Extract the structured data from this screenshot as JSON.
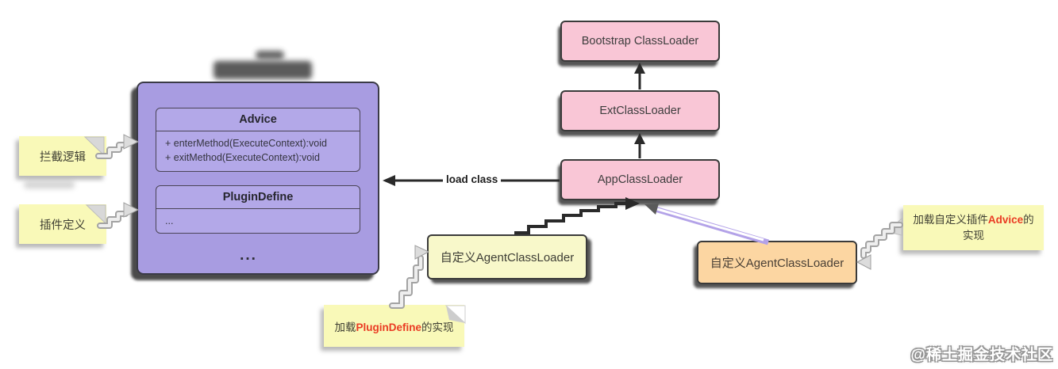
{
  "package": {
    "advice": {
      "title": "Advice",
      "methods": [
        "+ enterMethod(ExecuteContext):void",
        "+ exitMethod(ExecuteContext):void"
      ]
    },
    "plugin_define": {
      "title": "PluginDefine",
      "body": "..."
    },
    "ellipsis": "..."
  },
  "classloaders": [
    {
      "label": "Bootstrap ClassLoader"
    },
    {
      "label": "ExtClassLoader"
    },
    {
      "label": "AppClassLoader"
    }
  ],
  "custom_loader_yellow": {
    "label": "自定义AgentClassLoader"
  },
  "custom_loader_orange": {
    "label": "自定义AgentClassLoader"
  },
  "notes": {
    "intercept_logic": "拦截逻辑",
    "plugin_definition": "插件定义",
    "load_plugindefine": {
      "prefix": "加载",
      "highlight": "PluginDefine",
      "suffix": "的实现"
    },
    "load_advice": {
      "prefix": "加载自定义插件",
      "highlight": "Advice",
      "suffix": "的实现"
    }
  },
  "edge_labels": {
    "load_class": "load class"
  },
  "watermark": "@稀土掘金技术社区",
  "colors": {
    "purple": "#a89ce1",
    "purple_inner": "#b3a8e8",
    "pink": "#f9c6d6",
    "yellow_note": "#f9f9b8",
    "yellow_loader": "#f8f8ca",
    "orange_loader": "#fcd6a2",
    "highlight_red": "#ea3b23",
    "lavender_arrow": "#b3a2e8",
    "line_dark": "#2a2a2a"
  }
}
